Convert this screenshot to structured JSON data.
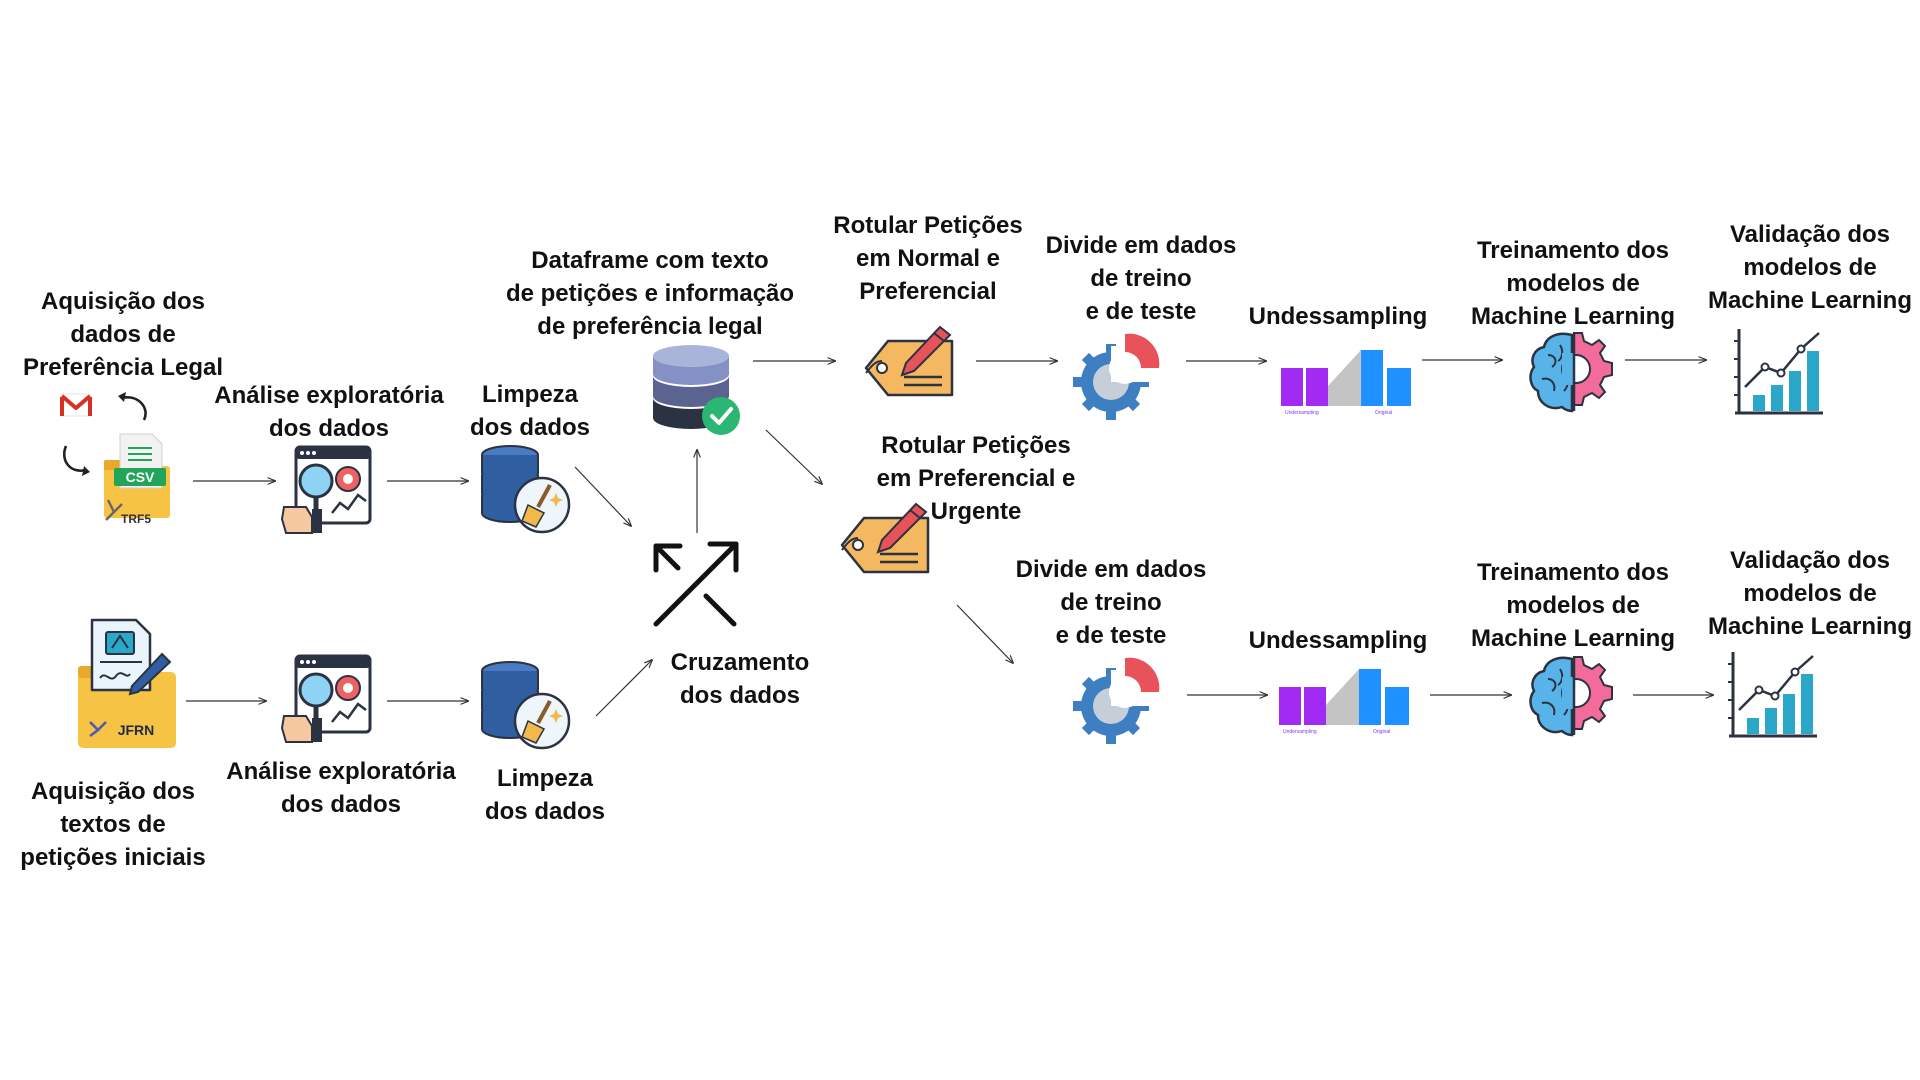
{
  "labels": {
    "aquisicao_preferencia": "Aquisição dos\ndados de\nPreferência Legal",
    "aquisicao_peticoes": "Aquisição dos\ntextos de\npetições iniciais",
    "analise_top": "Análise exploratória\ndos dados",
    "analise_bottom": "Análise exploratória\ndos dados",
    "limpeza_top": "Limpeza\ndos dados",
    "limpeza_bottom": "Limpeza\ndos dados",
    "cruzamento": "Cruzamento\ndos dados",
    "dataframe": "Dataframe com texto\nde petições e informação\nde preferência legal",
    "rotular_normal": "Rotular Petições\nem Normal e\nPreferencial",
    "rotular_urgente": "Rotular Petições\nem Preferencial e\nUrgente",
    "divide_top": "Divide em dados\nde treino\ne de teste",
    "divide_bottom": "Divide em dados\nde treino\ne de teste",
    "undersampling_top": "Undessampling",
    "undersampling_bottom": "Undessampling",
    "treinamento_top": "Treinamento dos\nmodelos de\nMachine Learning",
    "treinamento_bottom": "Treinamento dos\nmodelos de\nMachine Learning",
    "validacao_top": "Validação dos\nmodelos de\nMachine Learning",
    "validacao_bottom": "Validação dos\nmodelos de\nMachine Learning"
  },
  "icon_texts": {
    "csv": "CSV",
    "trf5": "TRF5",
    "jfrn": "JFRN",
    "undersampling_caption": "Undersampling",
    "original_caption": "Original"
  },
  "colors": {
    "gmail_red": "#d93025",
    "csv_green": "#22a55a",
    "folder_yellow": "#f6c344",
    "db_blue": "#2f5fa0",
    "db_dark": "#2b3242",
    "check_green": "#2bb673",
    "tag_orange": "#f4b860",
    "gear_blue": "#3d7fc0",
    "gear_red": "#e8535a",
    "bar_purple": "#a12bf2",
    "bar_blue": "#1e90ff",
    "bar_gray": "#c4c4c4",
    "brain_blue": "#58b3e8",
    "brain_pink": "#f26b9b",
    "chart_teal": "#2ba7c9"
  }
}
